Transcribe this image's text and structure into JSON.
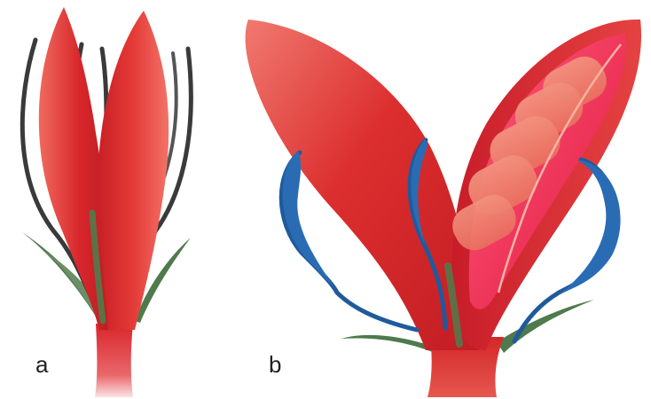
{
  "panels": [
    {
      "id": "a",
      "label": "a"
    },
    {
      "id": "b",
      "label": "b"
    }
  ],
  "colors": {
    "petal_red": "#d8262b",
    "petal_highlight": "#f06a5e",
    "petal_inner": "#e8234a",
    "segment_pink": "#f0806f",
    "filament_gray": "#3a3a3a",
    "filament_blue": "#1f5a9c",
    "leaf_green": "#4e7a4c",
    "background": "#ffffff"
  }
}
